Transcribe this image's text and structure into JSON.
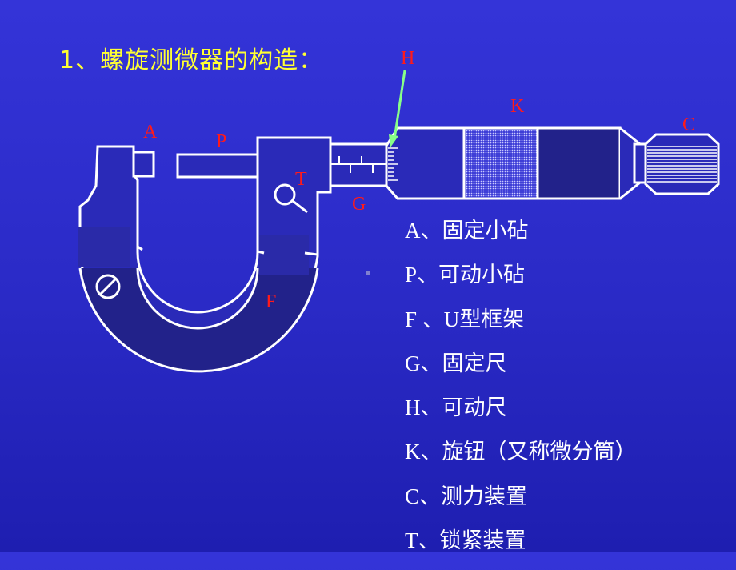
{
  "title": "1、螺旋测微器的构造：",
  "labels": {
    "A": "A",
    "P": "P",
    "T": "T",
    "G": "G",
    "F": "F",
    "H": "H",
    "K": "K",
    "C": "C"
  },
  "legend": [
    "A、固定小砧",
    "P、可动小砧",
    "F 、U型框架",
    "G、固定尺",
    "H、可动尺",
    "K、旋钮（又称微分筒）",
    "C、测力装置",
    "T、锁紧装置"
  ],
  "colors": {
    "background": "#2e2ecc",
    "title": "#ffff33",
    "label": "#ff1a1a",
    "outline": "#ffffff",
    "frame_fill": "#24248e",
    "arrow": "#88ff88"
  }
}
